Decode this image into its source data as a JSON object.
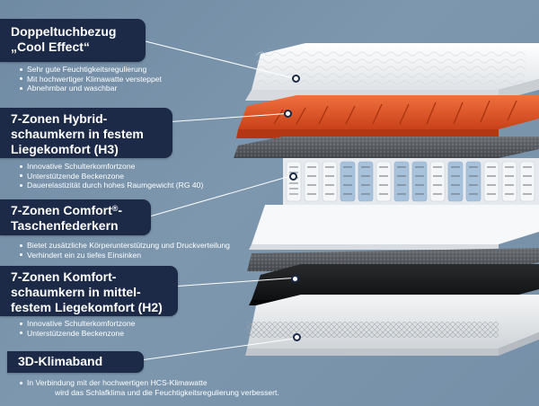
{
  "sections": [
    {
      "title_lines": [
        "Doppeltuchbezug",
        "„Cool Effect“"
      ],
      "bullets": [
        "Sehr gute Feuchtigkeitsregulierung",
        "Mit hochwertiger Klimawatte versteppet",
        "Abnehmbar und waschbar"
      ]
    },
    {
      "title_lines": [
        "7-Zonen Hybrid-",
        "schaumkern in festem",
        "Liegekomfort (H3)"
      ],
      "bullets": [
        "Innovative Schulterkomfortzone",
        "Unterstützende Beckenzone",
        "Dauerelastizität durch hohes Raumgewicht (RG 40)"
      ]
    },
    {
      "title_main": "7-Zonen Comfort",
      "title_sup": "®",
      "title_tail": "-",
      "title_line2": "Taschenfederkern",
      "bullets": [
        "Bietet zusätzliche Körperunterstützung und Druckverteilung",
        "Verhindert ein zu tiefes Einsinken"
      ]
    },
    {
      "title_lines": [
        "7-Zonen Komfort-",
        "schaumkern in  mittel-",
        "festem Liegekomfort (H2)"
      ],
      "bullets": [
        "Innovative Schulterkomfortzone",
        "Unterstützende Beckenzone"
      ]
    },
    {
      "title_lines": [
        "3D-Klimaband"
      ],
      "bullets": [
        "In Verbindung mit der hochwertigen HCS-Klimawatte",
        "wird das Schlafklima und die Feuchtigkeitsregulierung verbessert."
      ]
    }
  ],
  "colors": {
    "panel": "#1c2a48",
    "background": "#7590a8",
    "hybrid_foam": "#e2562a",
    "felt": "#5a5d62",
    "spring_pocket": "#eef1f4",
    "spring_blue": "#7fa3c8"
  }
}
